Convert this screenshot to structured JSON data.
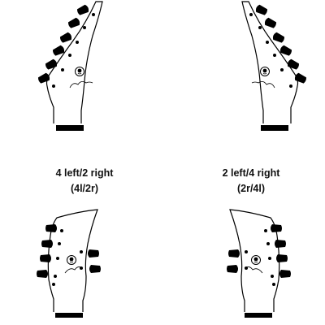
{
  "figure": {
    "background": "#ffffff",
    "line_color": "#000000",
    "labels": [
      {
        "line1": "4 left/2 right",
        "line2": "(4l/2r)"
      },
      {
        "line1": "2 left/4 right",
        "line2": "(2r/4l)"
      }
    ],
    "headstocks": [
      {
        "name": "headstock-6-left",
        "layout": "6 left"
      },
      {
        "name": "headstock-6-right",
        "layout": "6 right"
      },
      {
        "name": "headstock-4l-2r",
        "layout": "4 left / 2 right"
      },
      {
        "name": "headstock-2l-4r",
        "layout": "2 left / 4 right"
      }
    ],
    "icons": {
      "peg": "tuning-peg-icon",
      "logo": "logo-emblem-icon"
    }
  }
}
